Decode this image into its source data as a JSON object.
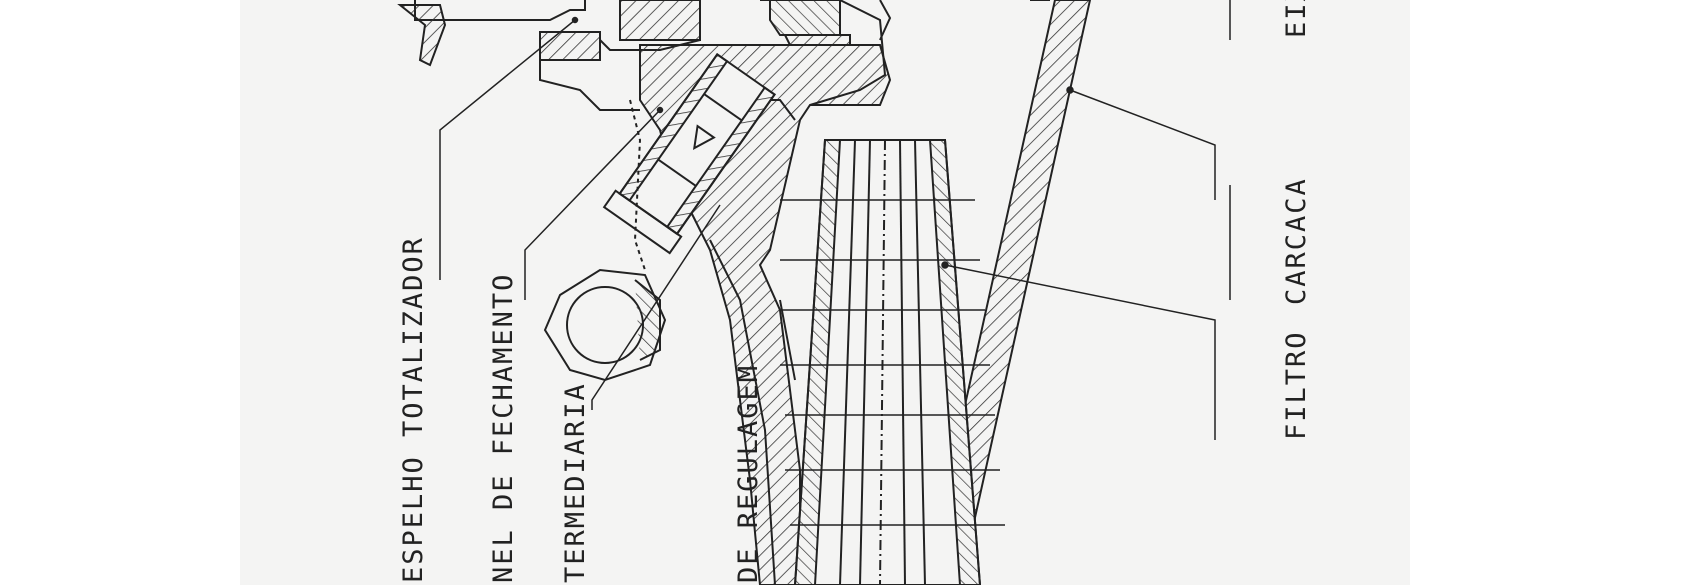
{
  "drawing": {
    "labels": {
      "espelho": "ESPELHO TOTALIZADOR",
      "fechamento": "NEL DE FECHAMENTO",
      "intermediaria": "TERMEDIARIA",
      "regulagem": "DE REGULAGEM",
      "eixo": "EIX",
      "filtro": "FILTRO",
      "carcaca": "CARCACA"
    },
    "colors": {
      "ink": "#222222",
      "paper": "#f4f4f3"
    }
  }
}
